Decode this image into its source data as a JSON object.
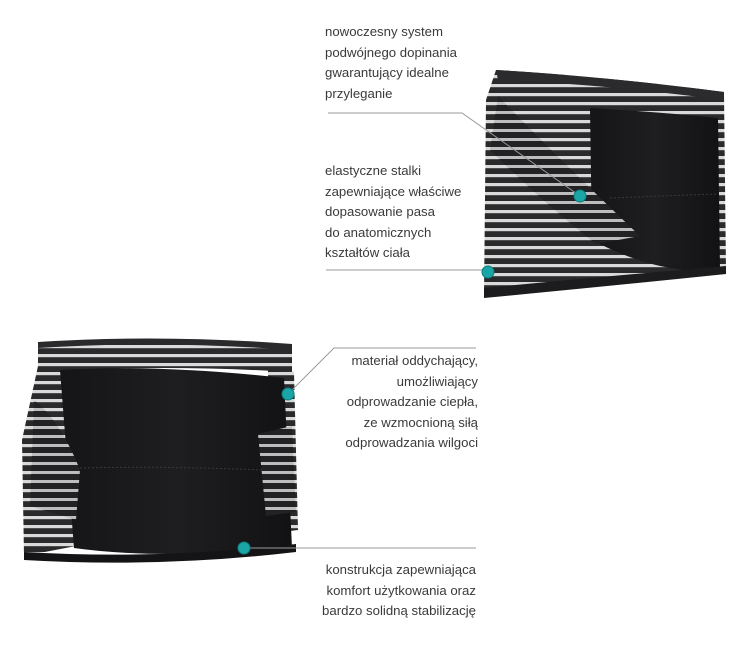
{
  "callouts": [
    {
      "lines": [
        "nowoczesny system",
        "podwójnego dopinania",
        "gwarantujący idealne",
        "przyleganie"
      ]
    },
    {
      "lines": [
        "elastyczne stalki",
        "zapewniające właściwe",
        "dopasowanie pasa",
        "do anatomicznych",
        "kształtów ciała"
      ]
    },
    {
      "lines": [
        "materiał oddychający,",
        "umożliwiający",
        "odprowadzanie ciepła,",
        "ze wzmocnioną siłą",
        "odprowadzania wilgoci"
      ]
    },
    {
      "lines": [
        "konstrukcja zapewniająca",
        "komfort użytkowania oraz",
        "bardzo solidną stabilizację"
      ]
    }
  ],
  "colors": {
    "marker": "#1aa6a6",
    "leader": "#9a9a9a",
    "fabric": "#1b1b1d",
    "stripe": "#d8d8d8"
  }
}
